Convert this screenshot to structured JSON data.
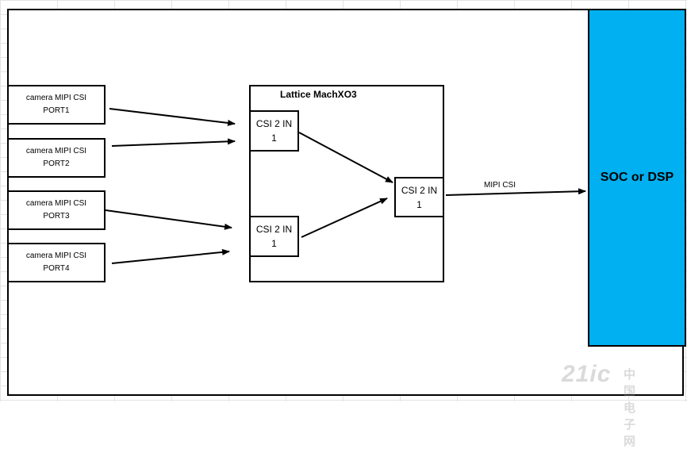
{
  "diagram": {
    "cameras": [
      {
        "line1": "camera MIPI CSI",
        "line2": "PORT1"
      },
      {
        "line1": "camera MIPI CSI",
        "line2": "PORT2"
      },
      {
        "line1": "camera MIPI CSI",
        "line2": "PORT3"
      },
      {
        "line1": "camera MIPI CSI",
        "line2": "PORT4"
      }
    ],
    "fpga_title": "Lattice MachXO3",
    "csi_blocks": [
      {
        "line1": "CSI 2 IN",
        "line2": "1"
      },
      {
        "line1": "CSI 2 IN",
        "line2": "1"
      },
      {
        "line1": "CSI 2 IN",
        "line2": "1"
      }
    ],
    "link_label": "MIPI CSI",
    "soc_label": "SOC or DSP",
    "colors": {
      "soc_fill": "#00b0f0",
      "lines": "#000000"
    }
  },
  "watermark": {
    "main": "21ic",
    "sub": "中国电子网"
  }
}
